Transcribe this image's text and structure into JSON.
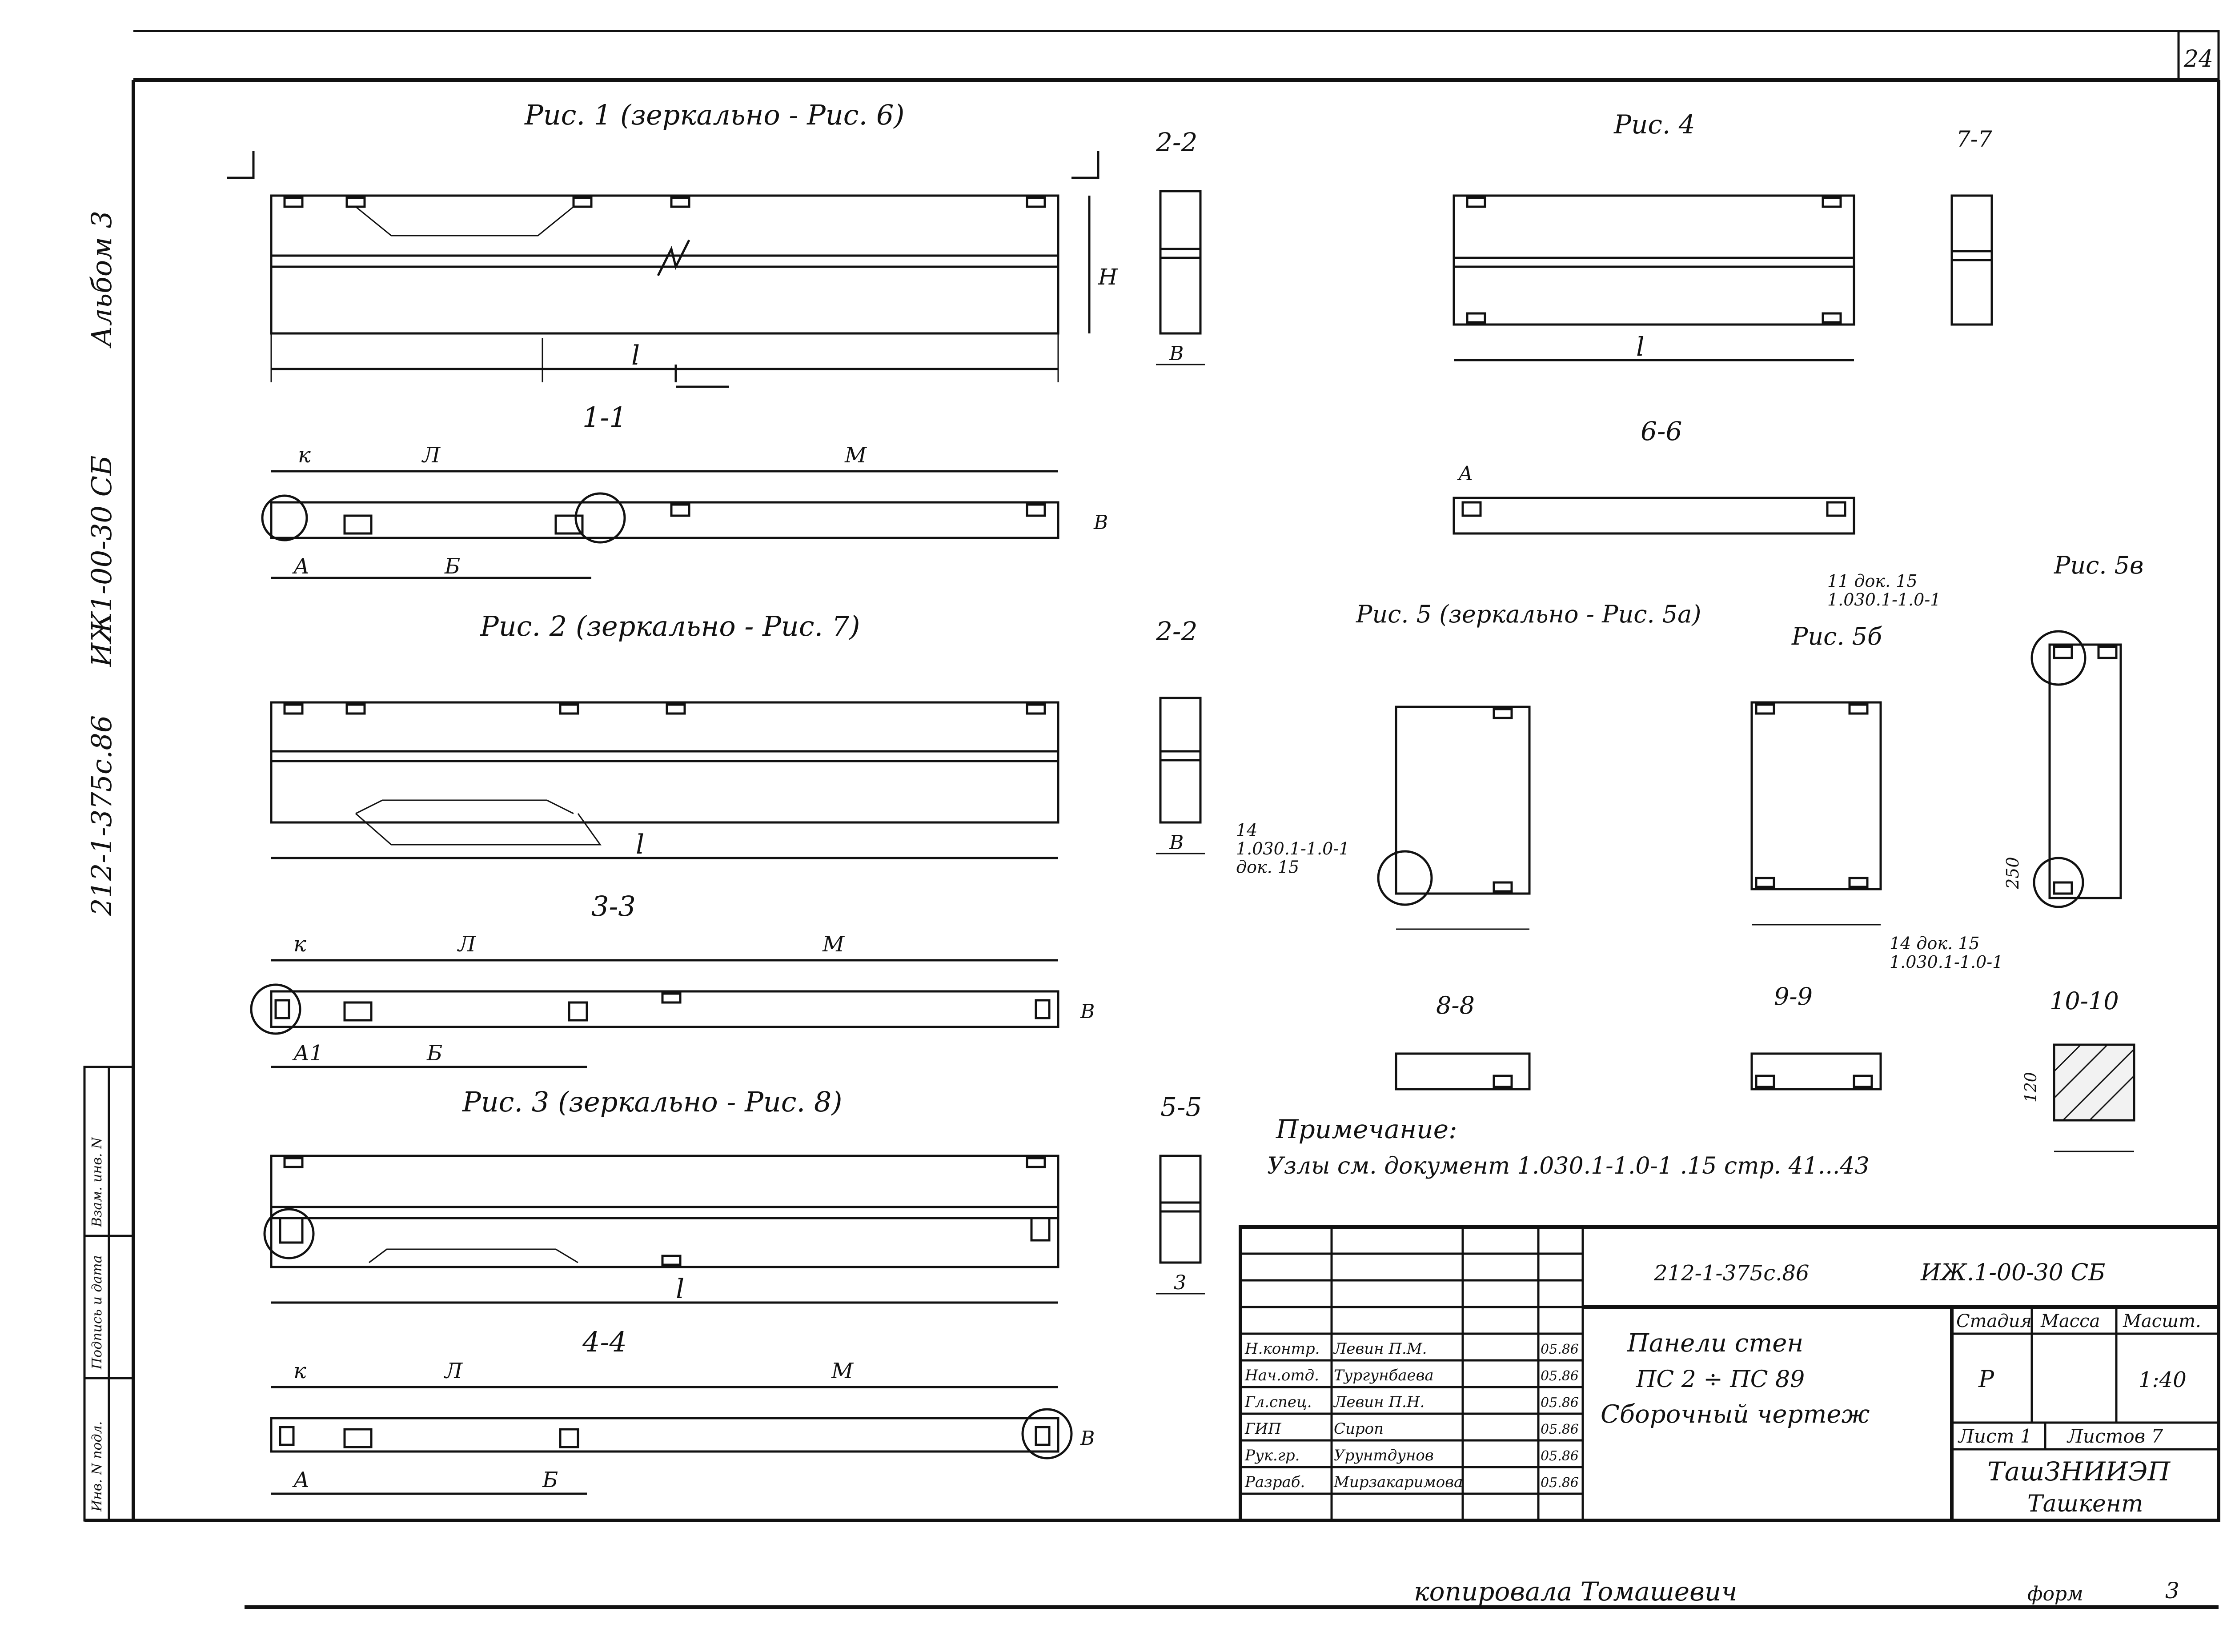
{
  "sheet": {
    "page_number": "24",
    "album": "Альбом 3",
    "doc_code_vertical": "ИЖ1-00-30 СБ",
    "series_vertical": "212-1-375с.86",
    "bottom_left_labels": [
      "Инв. N подл.",
      "Подпись и дата",
      "Взам. инв. N"
    ],
    "copied_by": "копировала Томашевич",
    "format_label": "форм",
    "format_value": "3"
  },
  "figures": {
    "fig1": {
      "title": "Рис. 1 (зеркально - Рис. 6)",
      "dim_length": "l",
      "dim_height": "H"
    },
    "sec11": {
      "title": "1-1",
      "dims": [
        "к",
        "Л",
        "М",
        "А",
        "Б",
        "В"
      ]
    },
    "fig2": {
      "title": "Рис. 2 (зеркально - Рис. 7)",
      "dim_length": "l"
    },
    "sec33": {
      "title": "3-3",
      "dims": [
        "к",
        "Л",
        "М",
        "А1",
        "Б",
        "В"
      ]
    },
    "fig3": {
      "title": "Рис. 3 (зеркально - Рис. 8)",
      "dim_length": "l"
    },
    "sec44": {
      "title": "4-4",
      "dims": [
        "к",
        "Л",
        "М",
        "А",
        "Б",
        "В"
      ]
    },
    "sec22a": {
      "title": "2-2",
      "dim_width": "В"
    },
    "sec22b": {
      "title": "2-2",
      "dim_width": "В"
    },
    "sec55": {
      "title": "5-5",
      "dim_width": "3"
    },
    "fig4": {
      "title": "Рис. 4",
      "dim_length": "l"
    },
    "sec77": {
      "title": "7-7"
    },
    "sec66": {
      "title": "6-6",
      "dim": "А"
    },
    "fig5": {
      "title": "Рис. 5 (зеркально - Рис. 5а)",
      "node_ref": "14\n1.030.1-1.0-1\nдок. 15"
    },
    "fig5b": {
      "title": "Рис. 5б",
      "node_ref": "14 док. 15\n1.030.1-1.0-1"
    },
    "fig5v": {
      "title": "Рис. 5в",
      "node_ref": "11 док. 15\n1.030.1-1.0-1",
      "dim_250": "250"
    },
    "sec88": {
      "title": "8-8"
    },
    "sec99": {
      "title": "9-9"
    },
    "sec1010": {
      "title": "10-10",
      "dim_120": "120"
    }
  },
  "note": {
    "heading": "Примечание:",
    "text": "Узлы см. документ 1.030.1-1.0-1 .15 стр. 41...43"
  },
  "title_block": {
    "series": "212-1-375с.86",
    "code": "ИЖ.1-00-30 СБ",
    "name_lines": [
      "Панели стен",
      "ПС 2 ÷ ПС 89",
      "Сборочный чертеж"
    ],
    "headers": {
      "stage": "Стадия",
      "mass": "Масса",
      "scale": "Масшт."
    },
    "stage": "Р",
    "mass": "",
    "scale": "1:40",
    "sheet_label": "Лист 1",
    "sheets_label": "Листов 7",
    "org_lines": [
      "ТашЗНИИЭП",
      "Ташкент"
    ],
    "rows": [
      {
        "role": "Н.контр.",
        "name": "Левин П.М.",
        "date": "05.86"
      },
      {
        "role": "Нач.отд.",
        "name": "Тургунбаева",
        "date": "05.86"
      },
      {
        "role": "Гл.спец.",
        "name": "Левин П.Н.",
        "date": "05.86"
      },
      {
        "role": "ГИП",
        "name": "Сироп",
        "date": "05.86"
      },
      {
        "role": "Рук.гр.",
        "name": "Урунтдунов",
        "date": "05.86"
      },
      {
        "role": "Разраб.",
        "name": "Мирзакаримова",
        "date": "05.86"
      }
    ]
  }
}
